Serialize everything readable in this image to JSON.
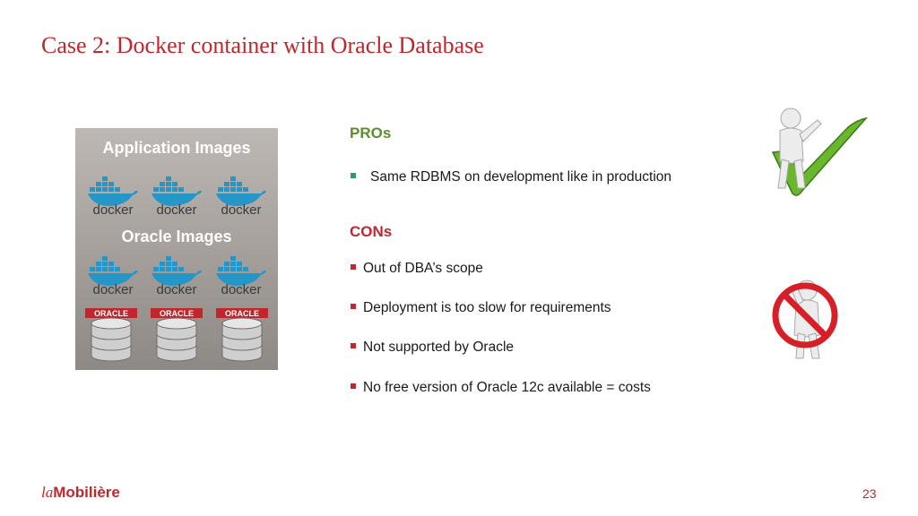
{
  "slide": {
    "title": "Case 2: Docker container with Oracle Database",
    "page_number": "23"
  },
  "diagram": {
    "app_label": "Application Images",
    "oracle_label": "Oracle Images",
    "docker_word": "docker",
    "oracle_word": "ORACLE"
  },
  "pros": {
    "heading": "PROs",
    "items": [
      "Same RDBMS on development like in production"
    ]
  },
  "cons": {
    "heading": "CONs",
    "items": [
      "Out of DBA’s scope",
      "Deployment is too slow for requirements",
      "Not supported by Oracle",
      "No free version of Oracle 12c available = costs"
    ]
  },
  "footer": {
    "logo_la": "la",
    "logo_name": "Mobilière"
  },
  "colors": {
    "accent_red": "#c0272d",
    "pros_green": "#5e8d2d",
    "docker_blue": "#2496c8",
    "check_green": "#6ab72e"
  }
}
